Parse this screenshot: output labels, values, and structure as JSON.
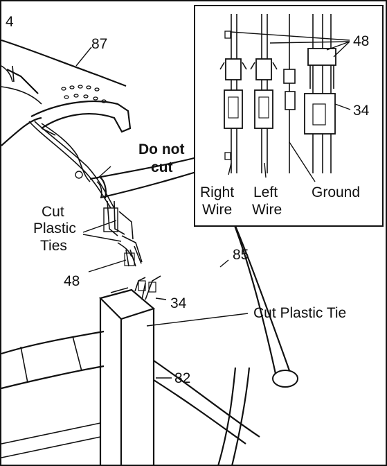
{
  "step_number": "4",
  "labels": {
    "part_87": "87",
    "do_not_cut_1": "Do not",
    "do_not_cut_2": "cut",
    "cut_ties_1": "Cut",
    "cut_ties_2": "Plastic",
    "cut_ties_3": "Ties",
    "part_48_main": "48",
    "part_34_main": "34",
    "part_85": "85",
    "cut_tie": "Cut Plastic Tie",
    "part_82": "82"
  },
  "inset": {
    "part_48": "48",
    "part_34": "34",
    "right_wire_1": "Right",
    "right_wire_2": "Wire",
    "left_wire_1": "Left",
    "left_wire_2": "Wire",
    "ground": "Ground"
  }
}
